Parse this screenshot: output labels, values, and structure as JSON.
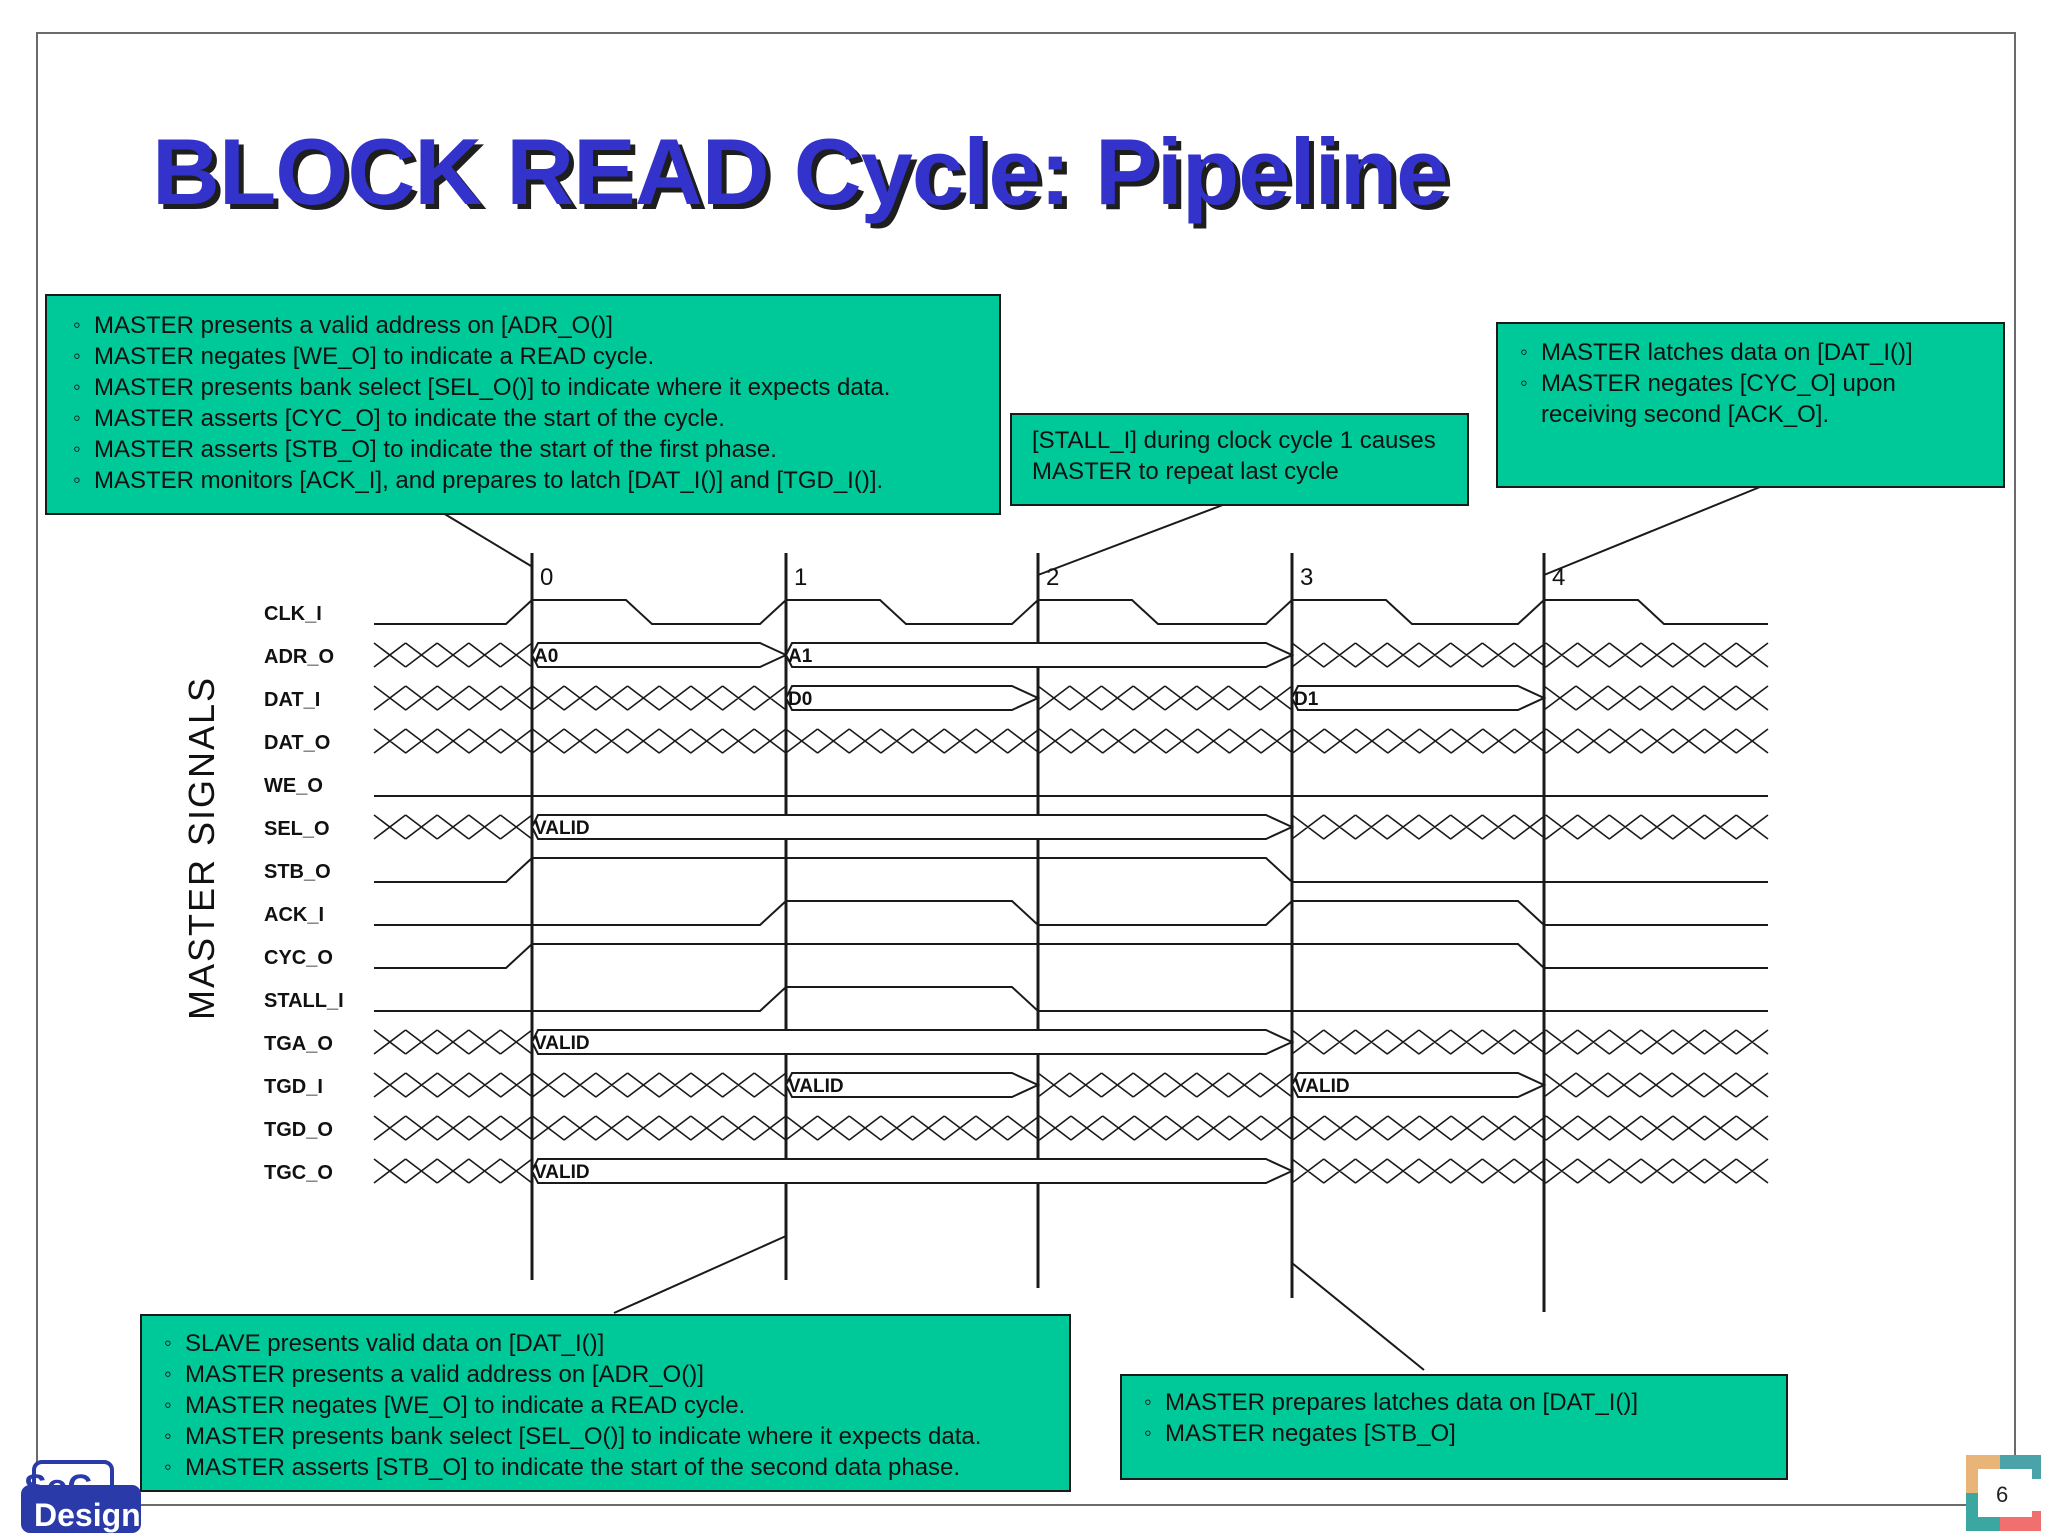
{
  "slide": {
    "title": "BLOCK READ Cycle: Pipeline",
    "page_number": "6",
    "logo_text": "SoC Design"
  },
  "colors": {
    "title": "#3333cc",
    "title_shadow": "#1e1e1e",
    "callout_fill": "#00c999",
    "line": "#1a1a1a"
  },
  "callouts": {
    "top_left": [
      "MASTER presents a valid address on [ADR_O()]",
      "MASTER negates [WE_O] to indicate a READ cycle.",
      "MASTER presents bank select [SEL_O()] to indicate where it expects data.",
      "MASTER asserts [CYC_O] to indicate the start of the cycle.",
      "MASTER asserts [STB_O] to indicate the start of the first phase.",
      "MASTER monitors [ACK_I], and prepares to latch [DAT_I()] and [TGD_I()]."
    ],
    "stall": "[STALL_I] during clock cycle 1 causes MASTER to repeat last cycle",
    "top_right": {
      "items": [
        "MASTER latches data on [DAT_I()]",
        "MASTER negates [CYC_O] upon receiving second [ACK_O]."
      ]
    },
    "bottom_left": [
      "SLAVE presents valid data on [DAT_I()]",
      "MASTER presents a valid address on [ADR_O()]",
      "MASTER negates [WE_O] to indicate a READ cycle.",
      "MASTER presents bank select [SEL_O()] to indicate where it expects data.",
      "MASTER asserts [STB_O] to indicate the start of the second data phase."
    ],
    "bottom_right": [
      "MASTER prepares latches data on [DAT_I()]",
      "MASTER negates [STB_O]"
    ]
  },
  "timing": {
    "group_label": "MASTER SIGNALS",
    "clock_edges": [
      "0",
      "1",
      "2",
      "3",
      "4"
    ],
    "signals": [
      {
        "name": "CLK_I",
        "kind": "clock"
      },
      {
        "name": "ADR_O",
        "kind": "bus",
        "segments": [
          {
            "from": -1,
            "to": 0,
            "state": "x"
          },
          {
            "from": 0,
            "to": 1,
            "state": "v",
            "label": "A0"
          },
          {
            "from": 1,
            "to": 3,
            "state": "v",
            "label": "A1"
          },
          {
            "from": 3,
            "to": 5,
            "state": "x"
          }
        ]
      },
      {
        "name": "DAT_I",
        "kind": "bus",
        "segments": [
          {
            "from": -1,
            "to": 1,
            "state": "x"
          },
          {
            "from": 1,
            "to": 2,
            "state": "v",
            "label": "D0"
          },
          {
            "from": 2,
            "to": 3,
            "state": "x"
          },
          {
            "from": 3,
            "to": 4,
            "state": "v",
            "label": "D1"
          },
          {
            "from": 4,
            "to": 5,
            "state": "x"
          }
        ]
      },
      {
        "name": "DAT_O",
        "kind": "bus",
        "segments": [
          {
            "from": -1,
            "to": 5,
            "state": "x"
          }
        ]
      },
      {
        "name": "WE_O",
        "kind": "level",
        "levels": [
          0,
          0,
          0,
          0,
          0,
          0
        ]
      },
      {
        "name": "SEL_O",
        "kind": "bus",
        "segments": [
          {
            "from": -1,
            "to": 0,
            "state": "x"
          },
          {
            "from": 0,
            "to": 3,
            "state": "v",
            "label": "VALID"
          },
          {
            "from": 3,
            "to": 5,
            "state": "x"
          }
        ]
      },
      {
        "name": "STB_O",
        "kind": "level",
        "levels": [
          0,
          1,
          1,
          1,
          0,
          0
        ]
      },
      {
        "name": "ACK_I",
        "kind": "level",
        "levels": [
          0,
          0,
          1,
          0,
          1,
          0
        ]
      },
      {
        "name": "CYC_O",
        "kind": "level",
        "levels": [
          0,
          1,
          1,
          1,
          1,
          0
        ]
      },
      {
        "name": "STALL_I",
        "kind": "level",
        "levels": [
          0,
          0,
          1,
          0,
          0,
          0
        ]
      },
      {
        "name": "TGA_O",
        "kind": "bus",
        "segments": [
          {
            "from": -1,
            "to": 0,
            "state": "x"
          },
          {
            "from": 0,
            "to": 3,
            "state": "v",
            "label": "VALID"
          },
          {
            "from": 3,
            "to": 5,
            "state": "x"
          }
        ]
      },
      {
        "name": "TGD_I",
        "kind": "bus",
        "segments": [
          {
            "from": -1,
            "to": 1,
            "state": "x"
          },
          {
            "from": 1,
            "to": 2,
            "state": "v",
            "label": "VALID"
          },
          {
            "from": 2,
            "to": 3,
            "state": "x"
          },
          {
            "from": 3,
            "to": 4,
            "state": "v",
            "label": "VALID"
          },
          {
            "from": 4,
            "to": 5,
            "state": "x"
          }
        ]
      },
      {
        "name": "TGD_O",
        "kind": "bus",
        "segments": [
          {
            "from": -1,
            "to": 5,
            "state": "x"
          }
        ]
      },
      {
        "name": "TGC_O",
        "kind": "bus",
        "segments": [
          {
            "from": -1,
            "to": 0,
            "state": "x"
          },
          {
            "from": 0,
            "to": 3,
            "state": "v",
            "label": "VALID"
          },
          {
            "from": 3,
            "to": 5,
            "state": "x"
          }
        ]
      }
    ]
  }
}
